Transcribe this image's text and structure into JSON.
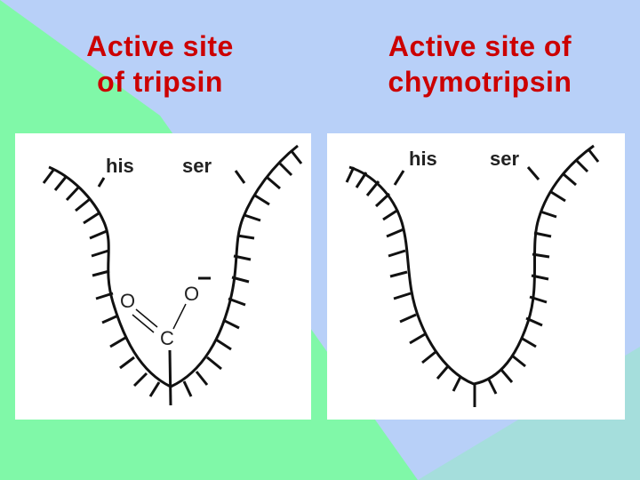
{
  "slide": {
    "title_left_line1": "Active site",
    "title_left_line2": "of tripsin",
    "title_right_line1": "Active site of",
    "title_right_line2": "chymotripsin"
  },
  "tripsin_diagram": {
    "residue_left": "his",
    "residue_right": "ser",
    "carboxylate_oxygen_1": "O",
    "carboxylate_oxygen_2": "O",
    "carboxylate_charge": "-",
    "carboxylate_carbon": "C"
  },
  "chymotripsin_diagram": {
    "residue_left": "his",
    "residue_right": "ser"
  },
  "colors": {
    "title": "#cc0000",
    "background_blue": "#b8d0f8",
    "background_green": "#80f8a8",
    "outline": "#111111"
  }
}
